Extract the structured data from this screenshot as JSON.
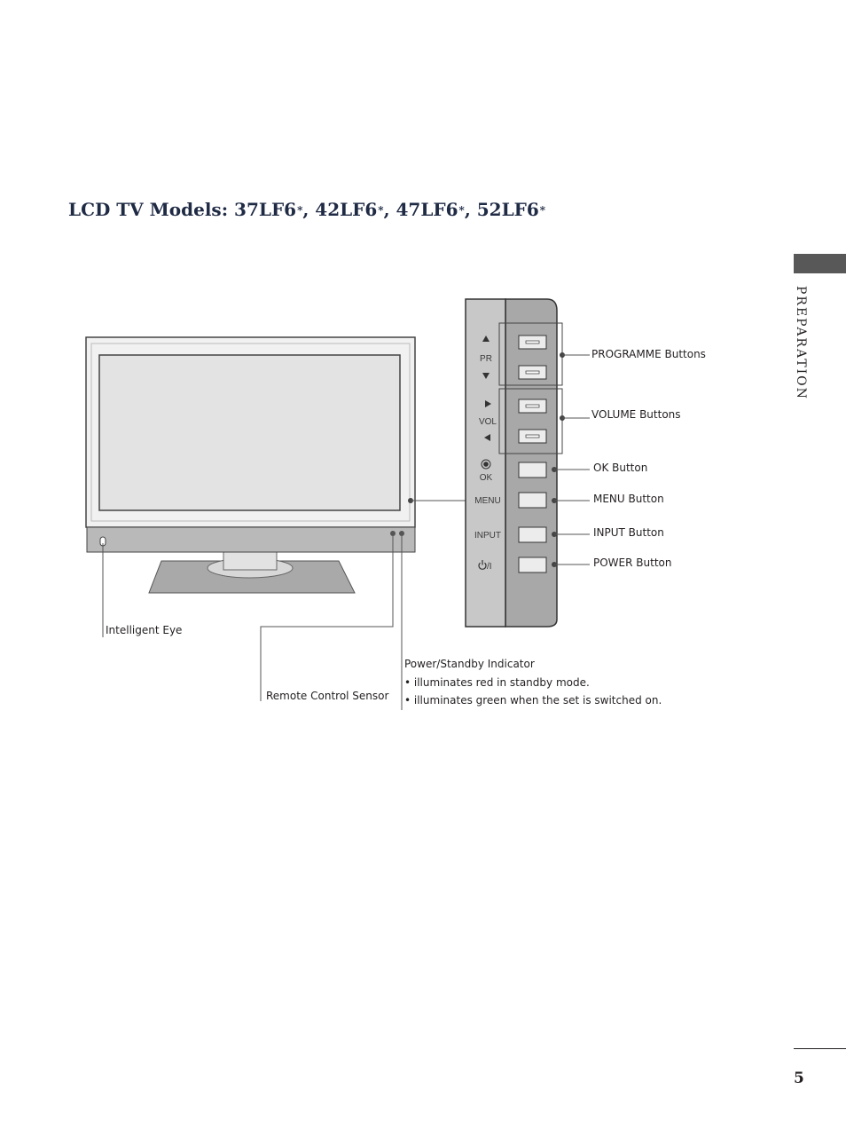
{
  "title": {
    "prefix": "LCD TV Models: ",
    "models": [
      {
        "name": "37LF6",
        "sep": ", "
      },
      {
        "name": "42LF6",
        "sep": ", "
      },
      {
        "name": "47LF6",
        "sep": ", "
      },
      {
        "name": "52LF6",
        "sep": ""
      }
    ],
    "marker": "*"
  },
  "section_label": "PREPARATION",
  "page_number": "5",
  "panel": {
    "pr_label": "PR",
    "vol_label": "VOL",
    "ok_label": "OK",
    "menu_label": "MENU",
    "input_label": "INPUT",
    "power_label": "/I"
  },
  "callouts": {
    "programme": "PROGRAMME Buttons",
    "volume": "VOLUME Buttons",
    "ok": "OK Button",
    "menu": "MENU Button",
    "input": "INPUT Button",
    "power": "POWER Button",
    "intelligent_eye": "Intelligent Eye",
    "remote_sensor": "Remote Control Sensor",
    "indicator_title": "Power/Standby Indicator",
    "indicator_notes": [
      "• illuminates red in standby mode.",
      "• illuminates green when the set is switched on."
    ]
  },
  "icons": [
    "triangle-up-icon",
    "triangle-down-icon",
    "triangle-right-icon",
    "triangle-left-icon",
    "ok-circle-icon",
    "power-icon"
  ],
  "colors": {
    "title": "#1f2a44",
    "tab": "#585858",
    "panel_face": "#a8a8a8",
    "panel_side": "#c8c8c8"
  }
}
